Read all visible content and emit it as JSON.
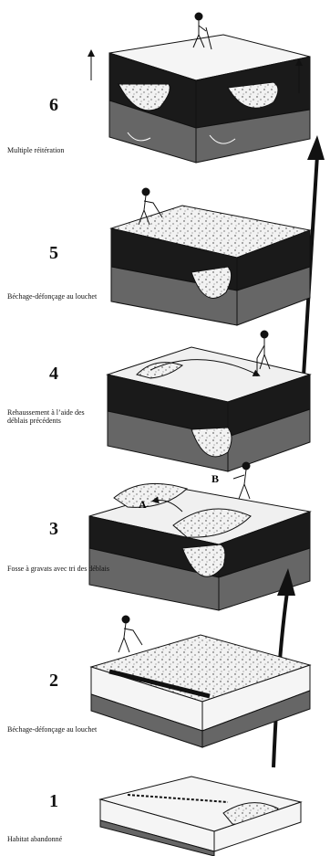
{
  "steps": [
    {
      "number": "6",
      "caption": "Multiple réitération"
    },
    {
      "number": "5",
      "caption": "Béchage-défonçage au louchet"
    },
    {
      "number": "4",
      "caption": "Rehaussement à l’aide des déblais précédents"
    },
    {
      "number": "3",
      "caption": "Fosse à gravats avec tri des déblais"
    },
    {
      "number": "2",
      "caption": "Béchage-défonçage au louchet"
    },
    {
      "number": "1",
      "caption": "Habitat abandonné"
    }
  ],
  "labels": {
    "a": "A",
    "b": "B"
  }
}
